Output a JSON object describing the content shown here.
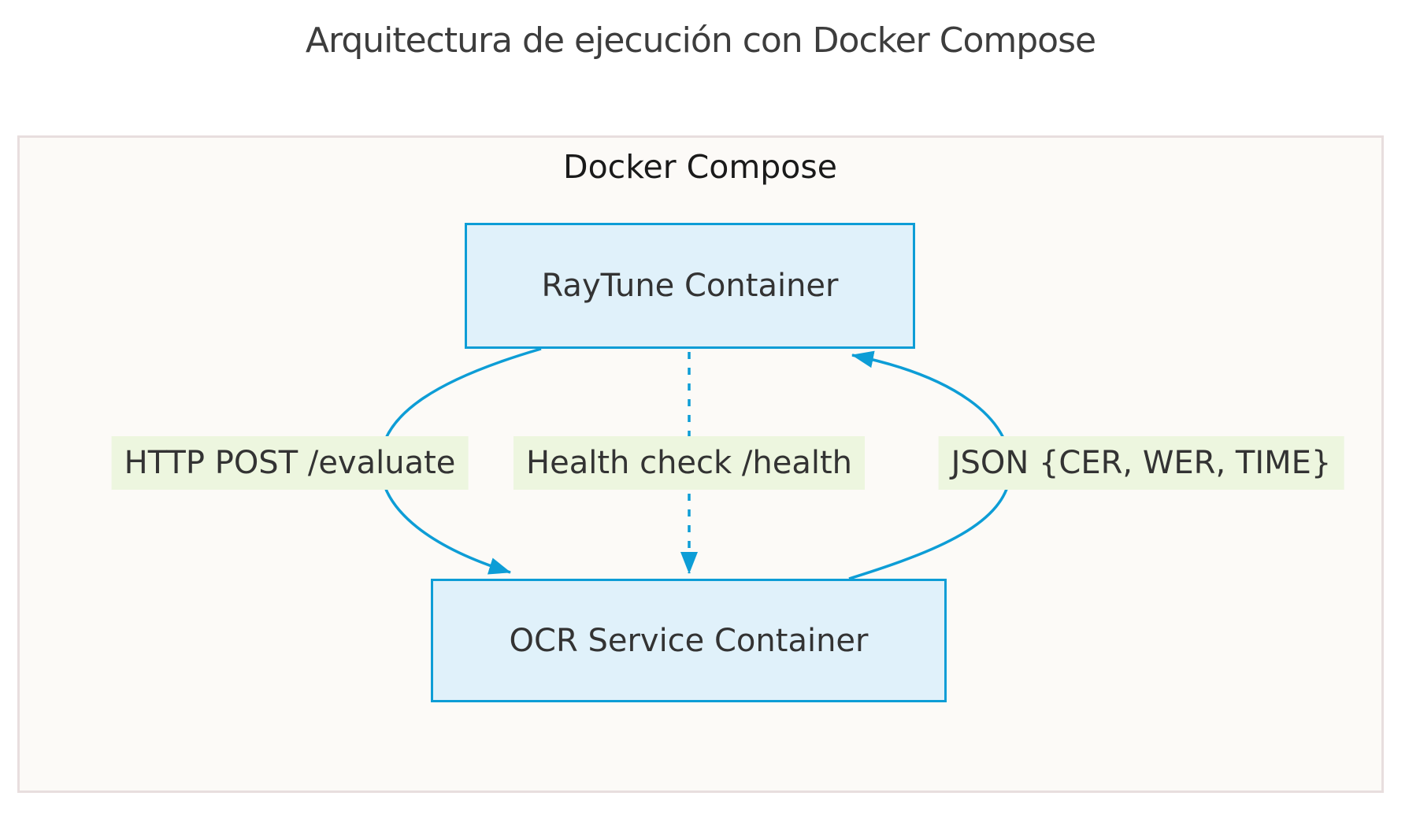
{
  "title": "Arquitectura de ejecución con Docker Compose",
  "cluster": {
    "label": "Docker Compose"
  },
  "nodes": [
    {
      "id": "raytune",
      "label": "RayTune Container"
    },
    {
      "id": "ocr",
      "label": "OCR Service Container"
    }
  ],
  "edges": [
    {
      "from": "raytune",
      "to": "ocr",
      "label": "HTTP POST /evaluate",
      "style": "solid"
    },
    {
      "from": "raytune",
      "to": "ocr",
      "label": "Health check /health",
      "style": "dotted"
    },
    {
      "from": "ocr",
      "to": "raytune",
      "label": "JSON {CER, WER, TIME}",
      "style": "solid"
    }
  ],
  "colors": {
    "edge_blue": "#0d9dd6",
    "node_fill": "#e0f1fa",
    "node_border": "#0d9dd6",
    "edge_label_bg": "#edf6df",
    "cluster_fill": "#fcfaf7",
    "cluster_border": "#e8dede",
    "text": "#333333"
  }
}
